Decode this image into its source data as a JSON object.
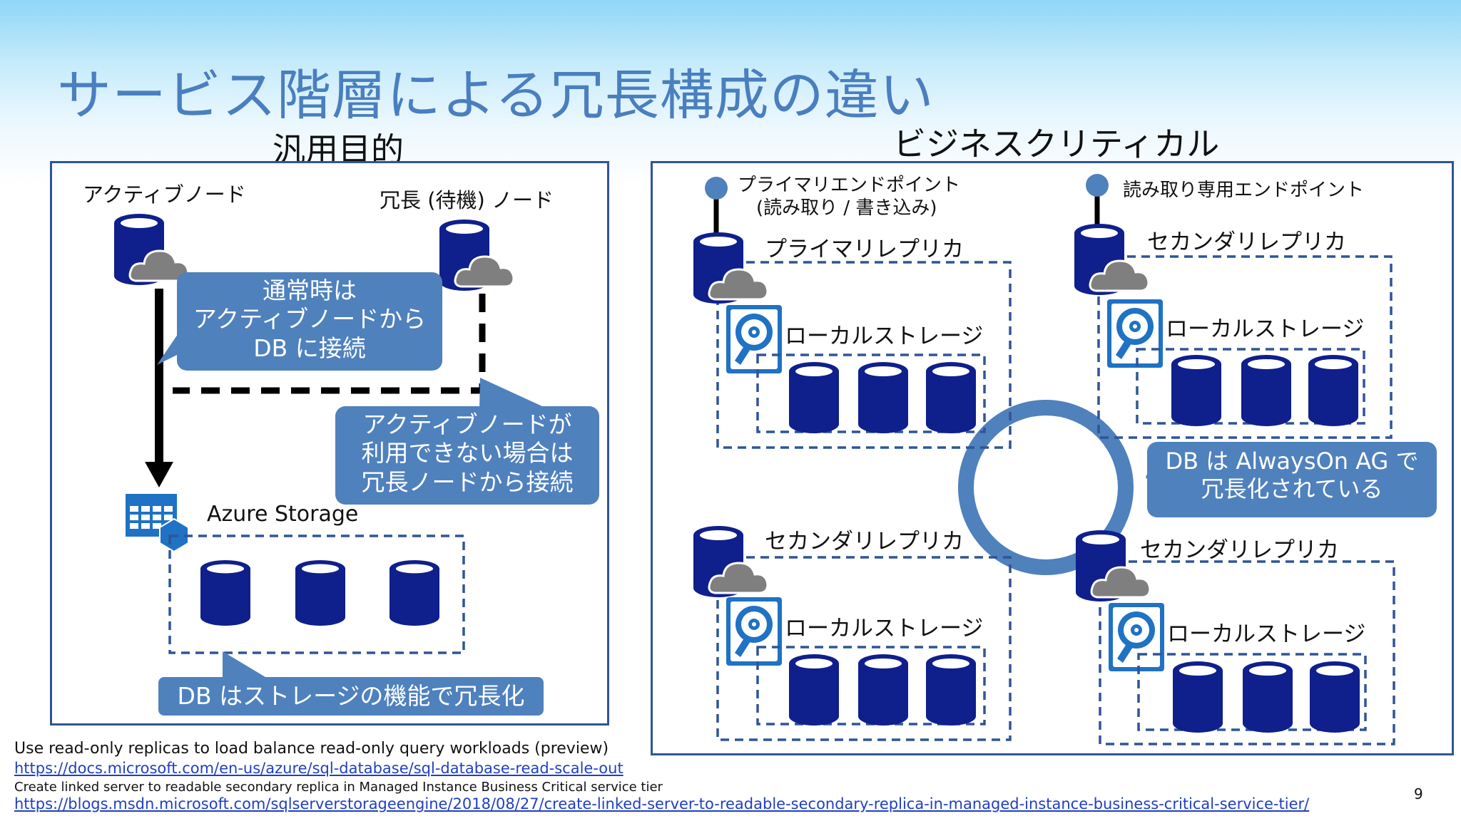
{
  "slide_title": "サービス階層による冗長構成の違い",
  "general": {
    "heading": "汎用目的",
    "active_node": "アクティブノード",
    "redundant_node": "冗長 (待機) ノード",
    "callout_normal": [
      "通常時は",
      "アクティブノードから",
      "DB に接続"
    ],
    "callout_failover": [
      "アクティブノードが",
      "利用できない場合は",
      "冗長ノードから接続"
    ],
    "storage_label": "Azure Storage",
    "callout_storage": "DB はストレージの機能で冗長化"
  },
  "business": {
    "heading": "ビジネスクリティカル",
    "primary_endpoint": [
      "プライマリエンドポイント",
      "(読み取り / 書き込み)"
    ],
    "readonly_endpoint": "読み取り専用エンドポイント",
    "primary_replica": "プライマリレプリカ",
    "secondary_replica": "セカンダリレプリカ",
    "local_storage": "ローカルストレージ",
    "callout_ag": [
      "DB は AlwaysOn AG で",
      "冗長化されている"
    ]
  },
  "footer": {
    "ref1_text": "Use read-only replicas to load balance read-only query workloads (preview)",
    "ref1_url": "https://docs.microsoft.com/en-us/azure/sql-database/sql-database-read-scale-out",
    "ref2_text": "Create linked server to readable secondary replica in Managed Instance Business Critical service tier",
    "ref2_url": "https://blogs.msdn.microsoft.com/sqlserverstorageengine/2018/08/27/create-linked-server-to-readable-secondary-replica-in-managed-instance-business-critical-service-tier/",
    "page_number": "9"
  },
  "colors": {
    "title": "#4a7fbf",
    "callout": "#4f81bd",
    "db": "#0f1f8c",
    "border": "#2f5597",
    "cloud": "#7f7f7f",
    "ring": "#4f81bd"
  }
}
